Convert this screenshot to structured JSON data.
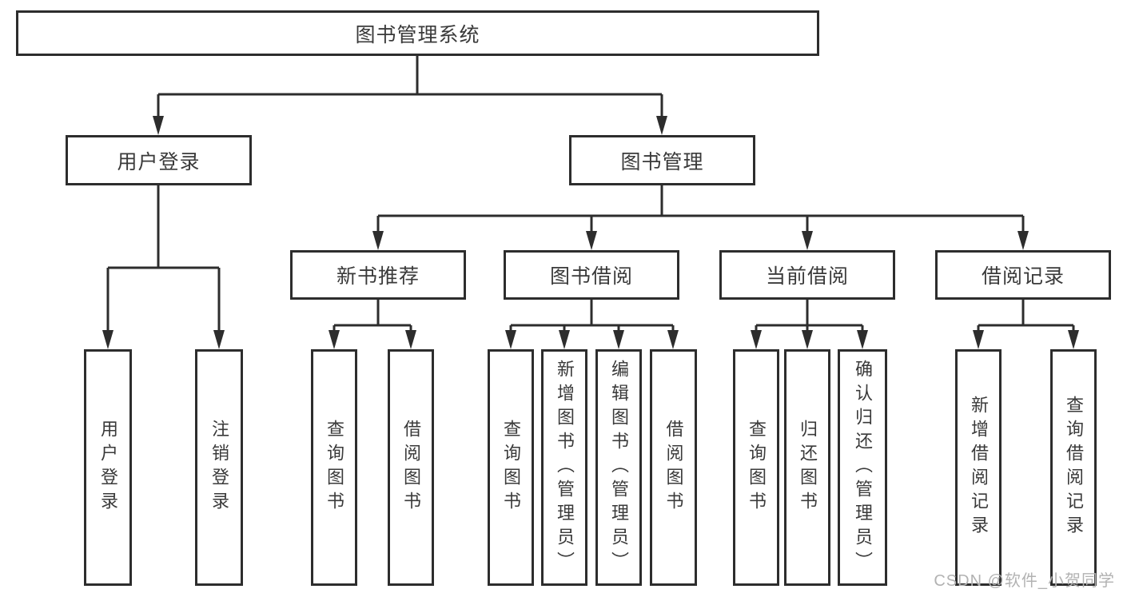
{
  "diagram": {
    "type": "tree-structure-chart",
    "nodes": {
      "root": "图书管理系统",
      "user_login": "用户登录",
      "book_management": "图书管理",
      "new_book_recommend": "新书推荐",
      "book_borrow": "图书借阅",
      "current_borrow": "当前借阅",
      "borrow_records": "借阅记录",
      "leaf_user_login": "用户登录",
      "leaf_logout": "注销登录",
      "leaf_query_book_1": "查询图书",
      "leaf_borrow_book_1": "借阅图书",
      "leaf_query_book_2": "查询图书",
      "leaf_add_book_admin": "新增图书（管理员）",
      "leaf_edit_book_admin": "编辑图书（管理员）",
      "leaf_borrow_book_2": "借阅图书",
      "leaf_query_book_3": "查询图书",
      "leaf_return_book": "归还图书",
      "leaf_confirm_return_admin": "确认归还（管理员）",
      "leaf_add_borrow_record": "新增借阅记录",
      "leaf_query_borrow_record": "查询借阅记录"
    },
    "hierarchy": {
      "图书管理系统": {
        "用户登录": [
          "用户登录",
          "注销登录"
        ],
        "图书管理": {
          "新书推荐": [
            "查询图书",
            "借阅图书"
          ],
          "图书借阅": [
            "查询图书",
            "新增图书（管理员）",
            "编辑图书（管理员）",
            "借阅图书"
          ],
          "当前借阅": [
            "查询图书",
            "归还图书",
            "确认归还（管理员）"
          ],
          "借阅记录": [
            "新增借阅记录",
            "查询借阅记录"
          ]
        }
      }
    }
  },
  "watermark": "CSDN @软件_小贺同学",
  "colors": {
    "line": "#2d2d2d",
    "box_border": "#2d2d2d",
    "text": "#3a3a3a",
    "watermark": "#b2b2b2",
    "background": "#ffffff"
  }
}
